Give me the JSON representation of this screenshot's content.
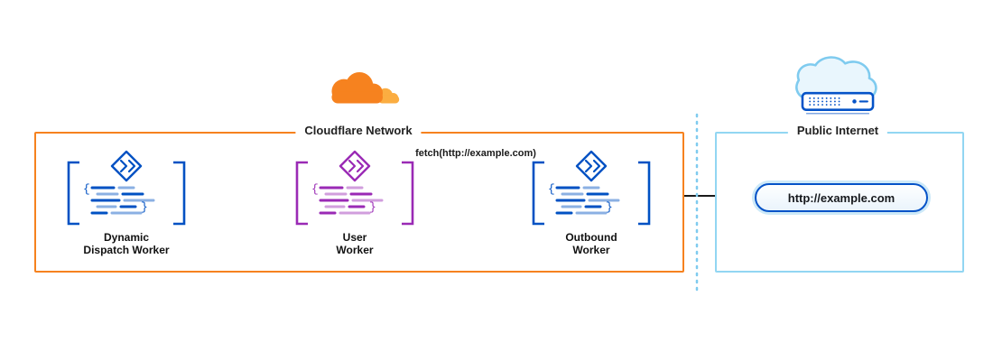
{
  "cloudflare_network": {
    "label": "Cloudflare Network"
  },
  "workers": [
    {
      "name": "Dynamic Dispatch Worker",
      "color": "#0051C3"
    },
    {
      "name": "User Worker",
      "color": "#9A2AB5"
    },
    {
      "name": "Outbound Worker",
      "color": "#0051C3"
    }
  ],
  "fetch_label": "fetch(http://example.com)",
  "public_internet": {
    "label": "Public Internet",
    "url": "http://example.com"
  },
  "colors": {
    "cloudflare_orange": "#F6821F",
    "cloudflare_orange_light": "#FBAD41",
    "worker_blue": "#0051C3",
    "worker_purple": "#9A2AB5",
    "internet_light_blue": "#92D6F2",
    "pill_border_blue": "#0553C8",
    "arrow_black": "#1A1A1A"
  }
}
